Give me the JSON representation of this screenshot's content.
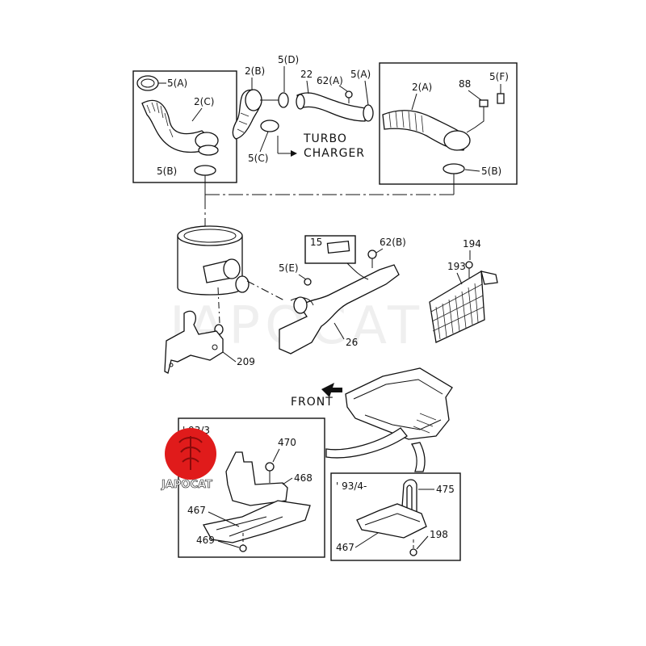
{
  "labels": {
    "hose_a": "2(A)",
    "hose_b": "2(B)",
    "hose_c": "2(C)",
    "clamp_5a_left": "5(A)",
    "clamp_5a_mid": "5(A)",
    "clamp_5b_left": "5(B)",
    "clamp_5b_right": "5(B)",
    "clamp_5c": "5(C)",
    "clamp_5d": "5(D)",
    "clamp_5e": "5(E)",
    "clamp_5f": "5(F)",
    "p22": "22",
    "p62a": "62(A)",
    "p62b": "62(B)",
    "p88": "88",
    "p15": "15",
    "p26": "26",
    "p193": "193",
    "p194": "194",
    "p209": "209",
    "p470": "470",
    "p468": "468",
    "p467_left": "467",
    "p469": "469",
    "p475": "475",
    "p467_right": "467",
    "p198": "198"
  },
  "turbo_line1": "TURBO",
  "turbo_line2": "CHARGER",
  "front": "FRONT",
  "variant_left": "' 93/3",
  "variant_right": "' 93/4-",
  "watermark": "JAPOCAT",
  "logo_text": "JAPOCAT",
  "colors": {
    "logo_red": "#e01b1b",
    "line": "#111111"
  }
}
